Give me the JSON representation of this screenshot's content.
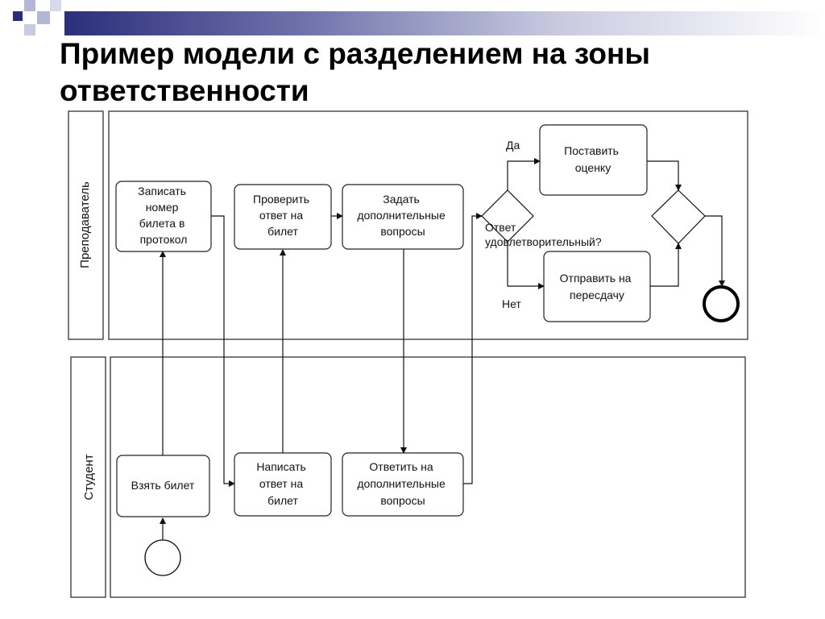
{
  "slide": {
    "title_line1": "Пример модели с разделением на зоны",
    "title_line2": "ответственности"
  },
  "colors": {
    "accent_dark": "#2b2f7a",
    "accent_light": "#9a9cc8"
  },
  "diagram": {
    "lanes": [
      "Преподаватель",
      "Студент"
    ],
    "tasks": {
      "record_ticket": [
        "Записать",
        "номер",
        "билета в",
        "протокол"
      ],
      "check_answer": [
        "Проверить",
        "ответ на",
        "билет"
      ],
      "ask_questions": [
        "Задать",
        "дополнительные",
        "вопросы"
      ],
      "give_grade": [
        "Поставить",
        "оценку"
      ],
      "send_retake": [
        "Отправить на",
        "пересдачу"
      ],
      "take_ticket": [
        "Взять билет"
      ],
      "write_answer": [
        "Написать",
        "ответ на",
        "билет"
      ],
      "answer_questions": [
        "Ответить на",
        "дополнительные",
        "вопросы"
      ]
    },
    "gateway_label": [
      "Ответ",
      "удовлетворительный?"
    ],
    "yes_label": "Да",
    "no_label": "Нет"
  }
}
